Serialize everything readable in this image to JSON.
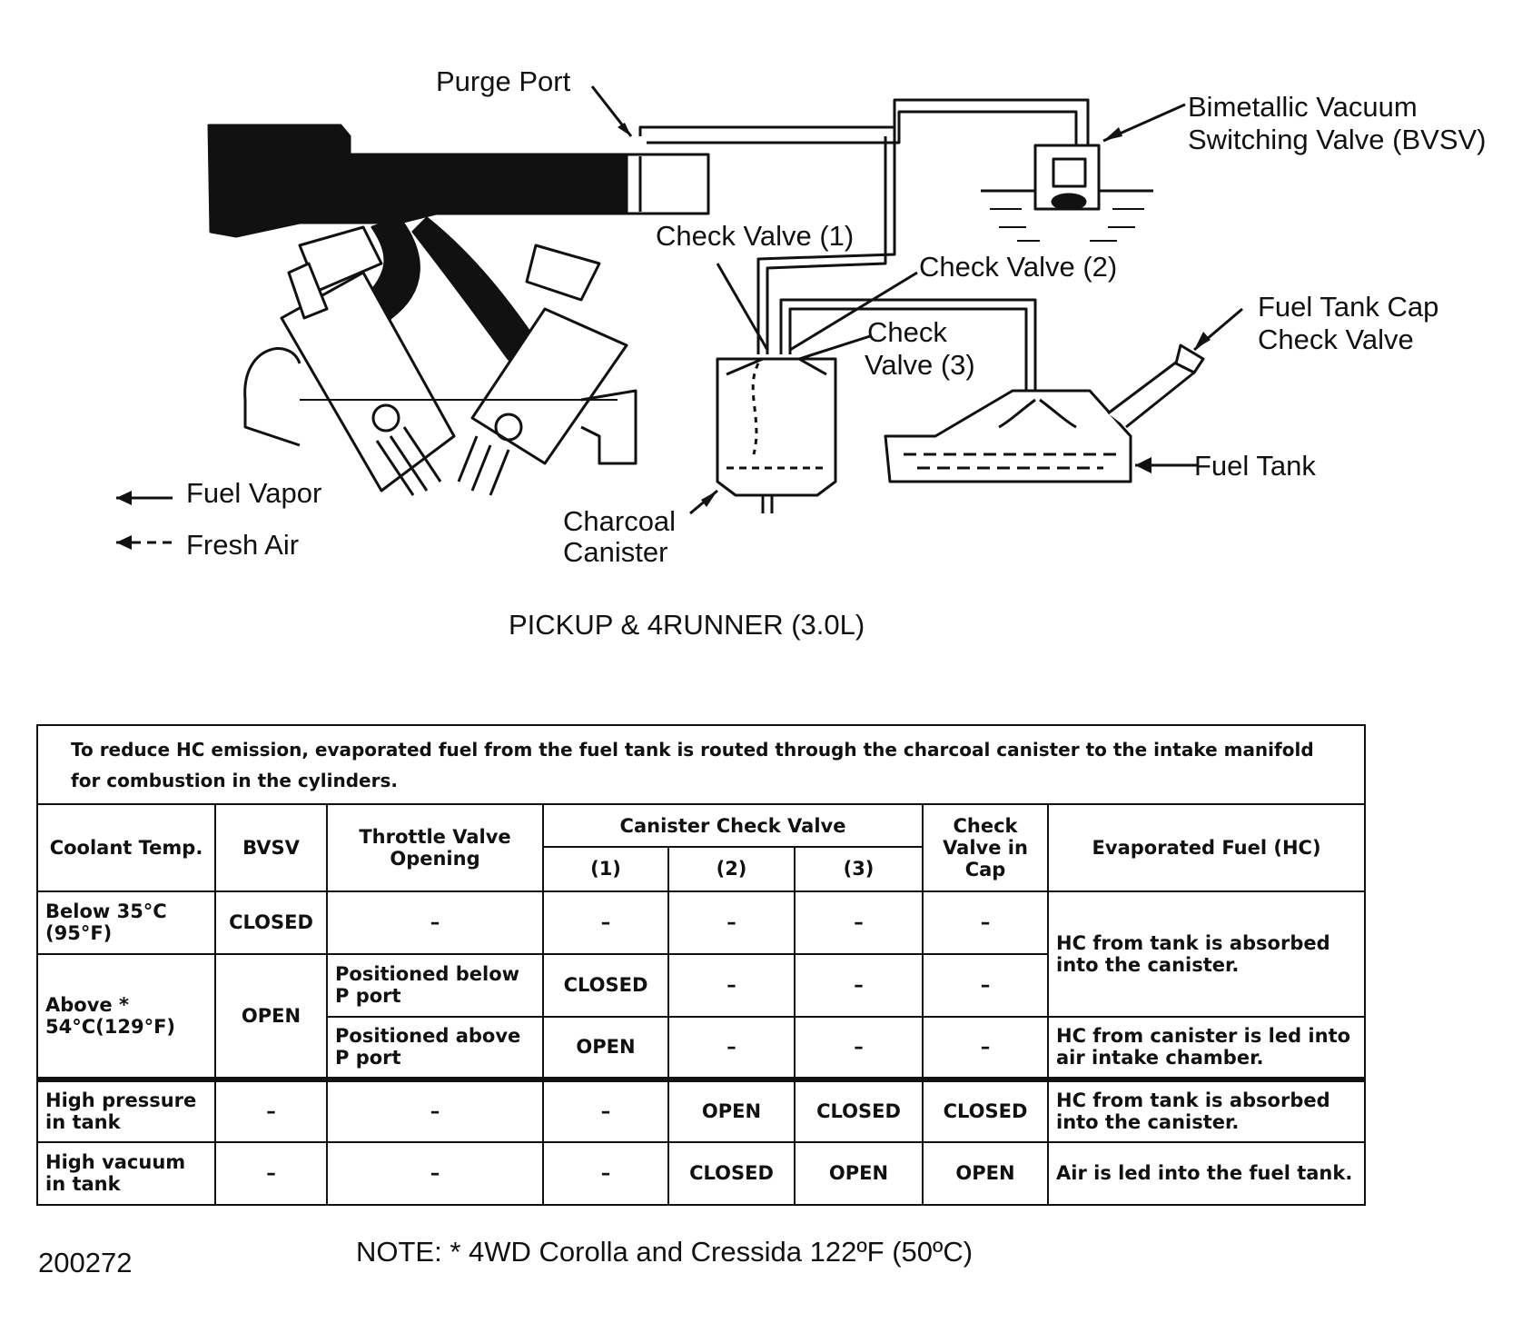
{
  "diagram": {
    "labels": {
      "purge_port": "Purge Port",
      "bvsv_line1": "Bimetallic Vacuum",
      "bvsv_line2": "Switching Valve (BVSV)",
      "check_valve_1": "Check Valve (1)",
      "check_valve_2": "Check Valve (2)",
      "check_valve_3_line1": "Check",
      "check_valve_3_line2": "Valve (3)",
      "fuel_tank_cap_line1": "Fuel Tank Cap",
      "fuel_tank_cap_line2": "Check Valve",
      "fuel_tank": "Fuel Tank",
      "charcoal_line1": "Charcoal",
      "charcoal_line2": "Canister",
      "legend_fuel_vapor": "Fuel Vapor",
      "legend_fresh_air": "Fresh Air"
    },
    "caption": "PICKUP & 4RUNNER (3.0L)"
  },
  "table": {
    "intro": "To reduce HC emission, evaporated fuel from the fuel tank is routed through the charcoal canister to the intake manifold for combustion in the cylinders.",
    "headers": {
      "coolant_temp": "Coolant Temp.",
      "bvsv": "BVSV",
      "throttle": "Throttle Valve Opening",
      "canister_check_valve": "Canister Check Valve",
      "cv1": "(1)",
      "cv2": "(2)",
      "cv3": "(3)",
      "check_valve_cap": "Check Valve in Cap",
      "evaporated_fuel": "Evaporated Fuel (HC)"
    },
    "rows": [
      {
        "coolant": "Below 35°C (95°F)",
        "bvsv": "CLOSED",
        "throttle": "–",
        "cv1": "–",
        "cv2": "–",
        "cv3": "–",
        "cap": "–"
      },
      {
        "coolant": "Above * 54°C(129°F)",
        "bvsv": "OPEN",
        "throttle": "Positioned below P port",
        "cv1": "CLOSED",
        "cv2": "–",
        "cv3": "–",
        "cap": "–"
      },
      {
        "throttle": "Positioned above P port",
        "cv1": "OPEN",
        "cv2": "–",
        "cv3": "–",
        "cap": "–",
        "evap": "HC from canister is led into air intake chamber."
      },
      {
        "coolant": "High pressure in tank",
        "bvsv": "–",
        "throttle": "–",
        "cv1": "–",
        "cv2": "OPEN",
        "cv3": "CLOSED",
        "cap": "CLOSED",
        "evap": "HC from tank is absorbed into the canister."
      },
      {
        "coolant": "High vacuum in tank",
        "bvsv": "–",
        "throttle": "–",
        "cv1": "–",
        "cv2": "CLOSED",
        "cv3": "OPEN",
        "cap": "OPEN",
        "evap": "Air is led into the fuel tank."
      }
    ],
    "evap_rows_1_2": "HC from tank is absorbed into the canister."
  },
  "note": "NOTE: * 4WD Corolla and Cressida 122ºF (50ºC)",
  "figure_number": "200272"
}
